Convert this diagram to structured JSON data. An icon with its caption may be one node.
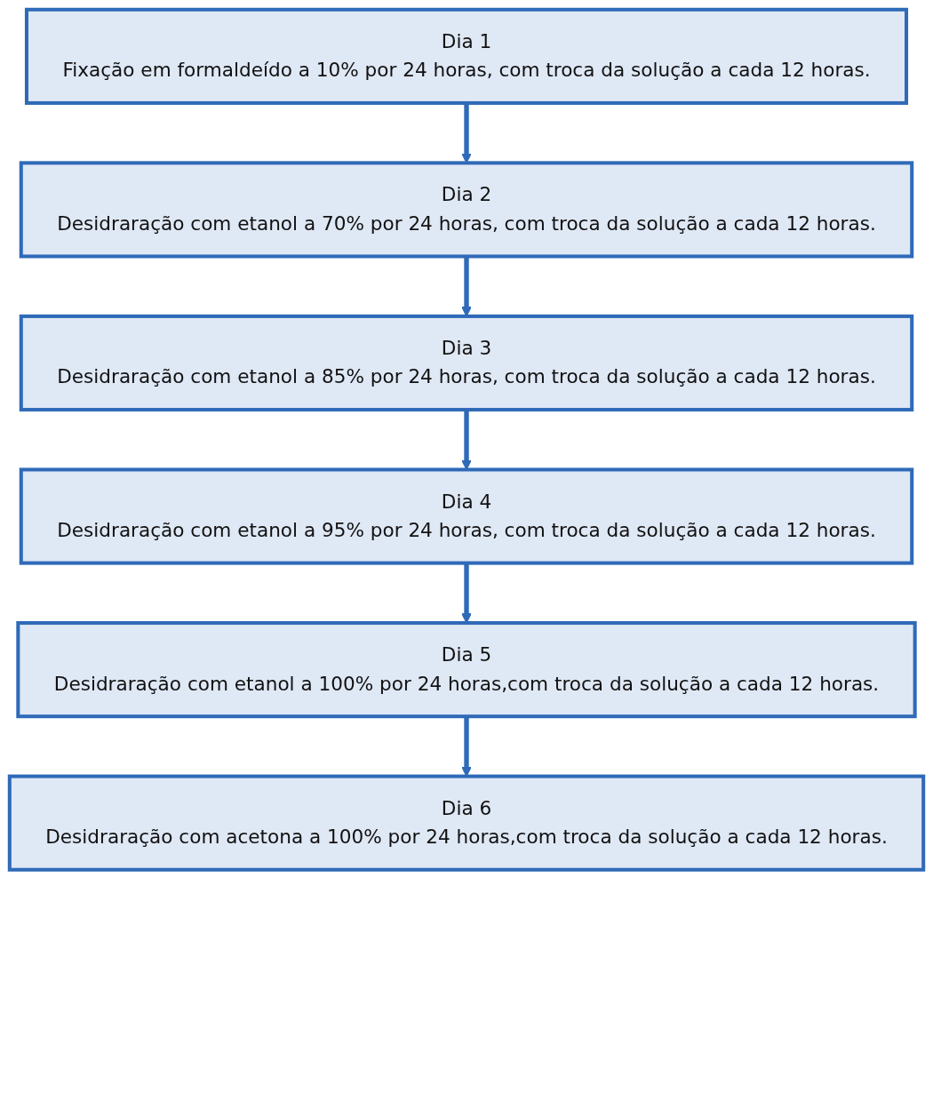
{
  "diagram": {
    "nodes": [
      {
        "text": [
          "Dia 1",
          "Fixação em formaldeído a 10% por 24 horas, com troca da solução a cada 12 horas."
        ]
      },
      {
        "text": [
          "Dia 2",
          "Desidraração com etanol a 70% por 24 horas, com troca da solução a cada 12 horas."
        ]
      },
      {
        "text": [
          "Dia 3",
          "Desidraração com etanol a 85% por 24 horas, com troca da solução a cada 12 horas."
        ]
      },
      {
        "text": [
          "Dia 4",
          "Desidraração com etanol a 95% por 24 horas, com troca da solução a cada 12 horas."
        ]
      },
      {
        "text": [
          "Dia 5",
          "Desidraração com etanol a 100% por 24 horas,com troca da solução a cada 12 horas."
        ]
      },
      {
        "text": [
          "Dia 6",
          "Desidraração com acetona a 100% por 24 horas,com troca da solução a cada 12 horas."
        ]
      }
    ],
    "edges": [
      {
        "from": 0,
        "to": 1,
        "arrow": "to"
      },
      {
        "from": 1,
        "to": 2,
        "arrow": "to"
      },
      {
        "from": 2,
        "to": 3,
        "arrow": "to"
      },
      {
        "from": 3,
        "to": 4,
        "arrow": "to"
      },
      {
        "from": 4,
        "to": 5,
        "arrow": "to"
      }
    ]
  }
}
